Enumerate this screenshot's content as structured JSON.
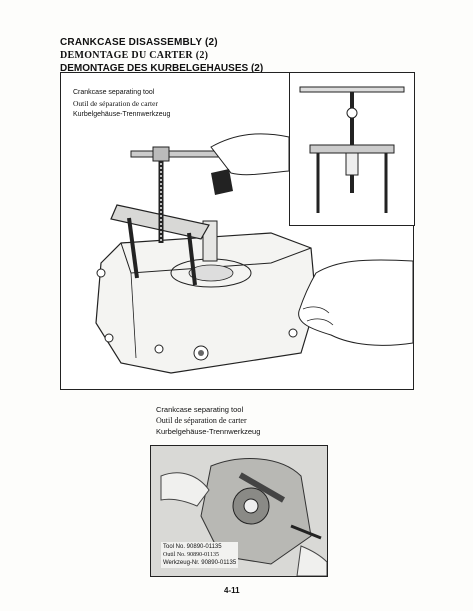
{
  "headings": {
    "en": "CRANKCASE DISASSEMBLY (2)",
    "fr": "DEMONTAGE DU CARTER (2)",
    "de": "DEMONTAGE DES KURBELGEHAUSES (2)"
  },
  "figure_top": {
    "label_en": "Crankcase separating tool",
    "label_fr": "Outil de séparation de carter",
    "label_de": "Kurbelgehäuse-Trennwerkzeug"
  },
  "figure_bottom": {
    "caption_en": "Crankcase separating tool",
    "caption_fr": "Outil de séparation de carter",
    "caption_de": "Kurbelgehäuse-Trennwerkzeug",
    "tool_en": "Tool No. 90890-01135",
    "tool_fr": "Outil No. 90890-01135",
    "tool_de": "Werkzeug-Nr. 90890-01135"
  },
  "page_number": "4-11"
}
